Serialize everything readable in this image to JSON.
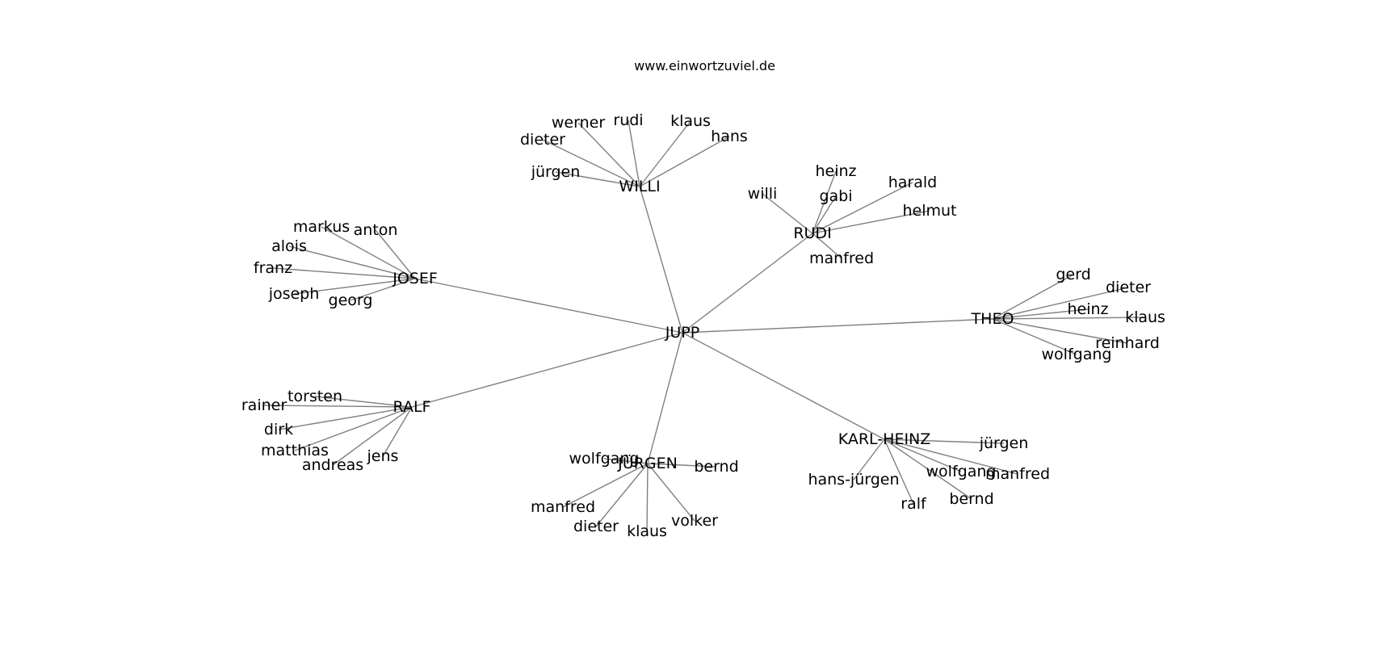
{
  "title": "www.einwortzuviel.de",
  "colors": {
    "edge": "#808080",
    "text": "#000000",
    "background": "#ffffff"
  },
  "graph": {
    "center": "JUPP",
    "clusters": [
      {
        "name": "WILLI",
        "leaves": [
          "jürgen",
          "dieter",
          "werner",
          "rudi",
          "klaus",
          "hans"
        ]
      },
      {
        "name": "RUDI",
        "leaves": [
          "willi",
          "heinz",
          "gabi",
          "harald",
          "helmut",
          "manfred"
        ]
      },
      {
        "name": "THEO",
        "leaves": [
          "gerd",
          "dieter",
          "heinz",
          "klaus",
          "reinhard",
          "wolfgang"
        ]
      },
      {
        "name": "KARL-HEINZ",
        "leaves": [
          "jürgen",
          "manfred",
          "wolfgang",
          "bernd",
          "ralf",
          "hans-jürgen"
        ]
      },
      {
        "name": "JÜRGEN",
        "leaves": [
          "bernd",
          "volker",
          "klaus",
          "dieter",
          "manfred",
          "wolfgang"
        ]
      },
      {
        "name": "RALF",
        "leaves": [
          "torsten",
          "rainer",
          "dirk",
          "matthias",
          "andreas",
          "jens"
        ]
      },
      {
        "name": "JOSEF",
        "leaves": [
          "anton",
          "markus",
          "alois",
          "franz",
          "joseph",
          "georg"
        ]
      }
    ]
  }
}
